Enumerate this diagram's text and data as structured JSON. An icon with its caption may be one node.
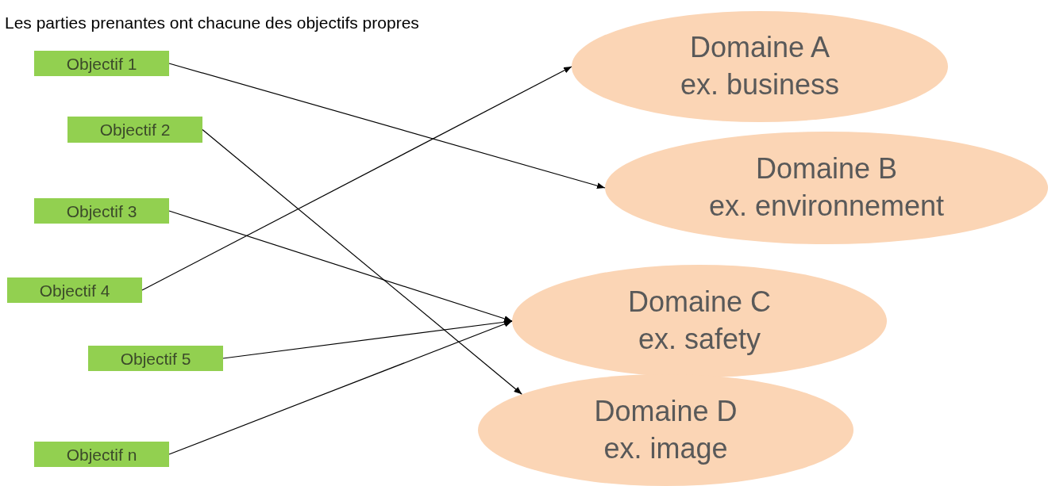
{
  "diagram": {
    "title": "Les parties prenantes ont chacune des objectifs propres",
    "nodes": [
      {
        "text": [
          "Objectif 1"
        ]
      },
      {
        "text": [
          "Objectif 2"
        ]
      },
      {
        "text": [
          "Objectif 3"
        ]
      },
      {
        "text": [
          "Objectif 4"
        ]
      },
      {
        "text": [
          "Objectif 5"
        ]
      },
      {
        "text": [
          "Objectif n"
        ]
      },
      {
        "text": [
          "Domaine A",
          "ex. business"
        ]
      },
      {
        "text": [
          "Domaine B",
          "ex. environnement"
        ]
      },
      {
        "text": [
          "Domaine C",
          "ex. safety"
        ]
      },
      {
        "text": [
          "Domaine D",
          "ex. image"
        ]
      }
    ],
    "edges": [
      {
        "from": 0,
        "to": 7,
        "arrow": "to"
      },
      {
        "from": 1,
        "to": 9,
        "arrow": "to"
      },
      {
        "from": 2,
        "to": 8,
        "arrow": "to"
      },
      {
        "from": 3,
        "to": 6,
        "arrow": "to"
      },
      {
        "from": 4,
        "to": 8,
        "arrow": "to"
      },
      {
        "from": 5,
        "to": 8,
        "arrow": "to"
      }
    ]
  }
}
